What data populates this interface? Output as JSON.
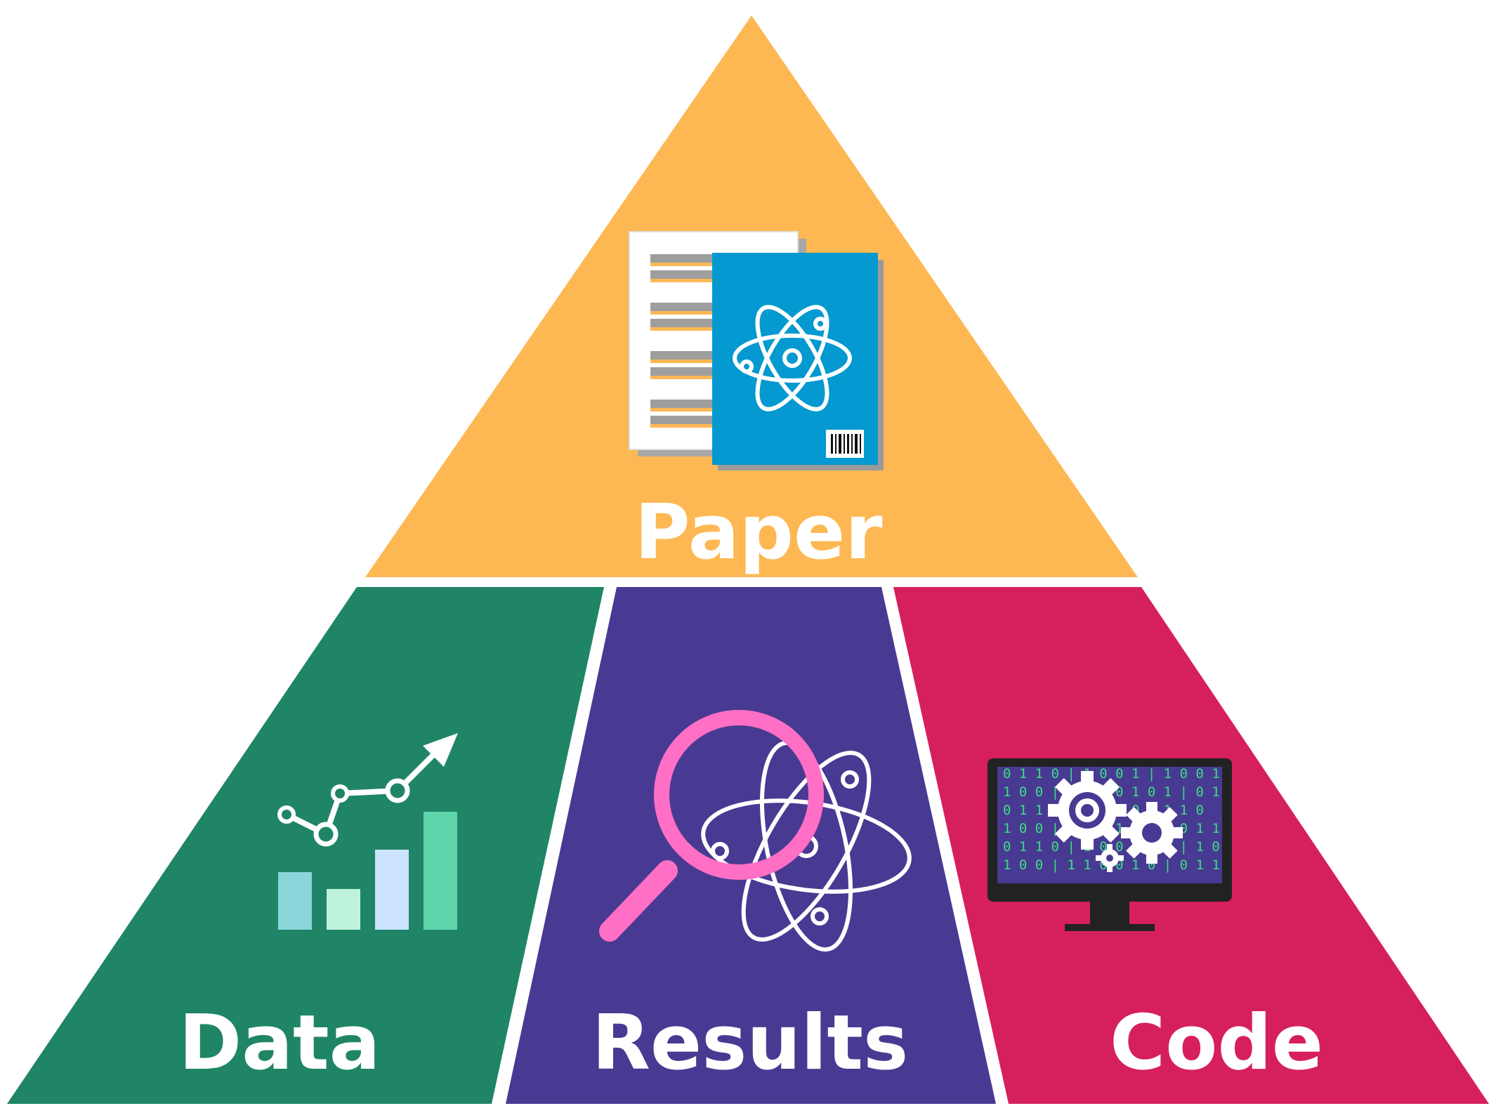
{
  "diagram": {
    "segments": {
      "paper": {
        "label": "Paper",
        "color": "#FDB853",
        "icon": "document-atom-icon"
      },
      "data": {
        "label": "Data",
        "color": "#1F8566",
        "icon": "chart-growth-icon"
      },
      "results": {
        "label": "Results",
        "color": "#483A92",
        "icon": "magnifier-atom-icon"
      },
      "code": {
        "label": "Code",
        "color": "#D61F5F",
        "icon": "monitor-gears-icon"
      }
    },
    "colors": {
      "separator": "#ffffff",
      "cover_blue": "#0499D0",
      "magnifier_pink": "#FF6FC5",
      "monitor_black": "#222222",
      "binary_green": "#3DDC84",
      "bar_colors": [
        "#8AD6DA",
        "#BFF2DA",
        "#CCE4FD",
        "#5ED5AA"
      ]
    },
    "code_screen_binary": [
      "0 1 1 0 | 1 0 0 1 | 1 0 0 1",
      "1 0 0 | 1 1 0 0 1 0 1 | 0 1",
      "0 1 1 0 0 1 | 1 0 0 1 1 0",
      "1 0 0 | 1 0 1 1 0 | 0 0 1 1",
      "0 1 1 0 | 1 0 0 1 1 0 | 1 0",
      "1 0 0 | 1 1 0 0 1 0 | 0 1 1"
    ]
  }
}
